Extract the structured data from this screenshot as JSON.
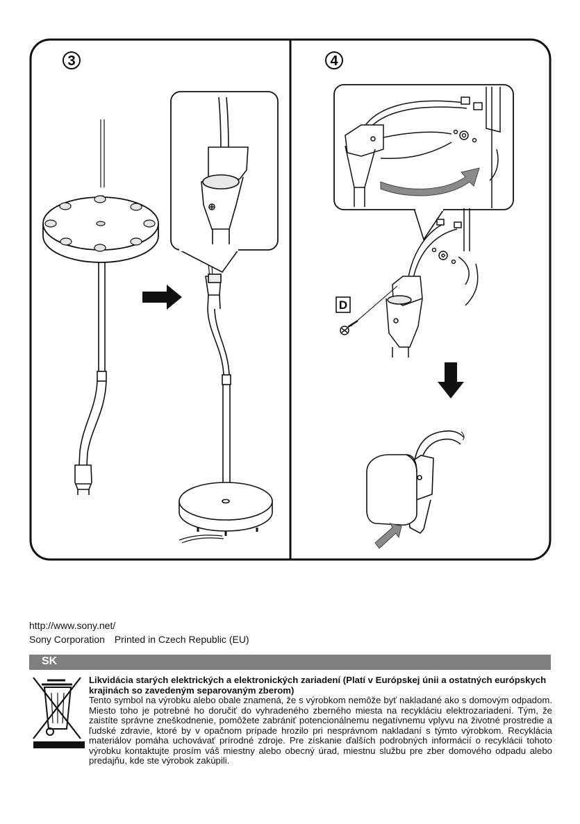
{
  "steps": [
    {
      "number": "3"
    },
    {
      "number": "4"
    }
  ],
  "part_label": "D",
  "icons": {
    "weee": "crossed-out-wheelie-bin-icon",
    "arrow_right": "arrow-right-icon",
    "arrow_down": "arrow-down-icon"
  },
  "footer": {
    "url": "http://www.sony.net/",
    "company": "Sony Corporation",
    "printed": "Printed in Czech Republic (EU)"
  },
  "section": {
    "language_code": "SK",
    "title": "Likvidácia starých elektrických a elektronických zariadení (Platí v Európskej únii a ostatných európskych krajinách so zavedeným separovaným zberom)",
    "body": "Tento symbol na výrobku alebo obale znamená, že s výrobkom nemôže byť nakladané ako s domovým odpadom. Miesto toho je potrebné ho doručiť do vyhradeného zberného miesta na recykláciu elektrozariadení. Tým, že zaistíte správne zneškodnenie, pomôžete zabrániť potencionálnemu negatívnemu vplyvu na životné prostredie a ľudské zdravie, ktoré by v opačnom prípade hrozilo pri nesprávnom nakladaní s týmto výrobkom. Recyklácia materiálov pomáha uchovávať prírodné zdroje. Pre získanie ďalších podrobných informácií o recyklácii tohoto výrobku kontaktujte prosím váš miestny alebo obecný úrad, miestnu službu pre zber domového odpadu alebo predajňu, kde ste výrobok zakúpili."
  },
  "colors": {
    "section_bar": "#7f7f7f",
    "line": "#111111",
    "arrow": "#111111",
    "shade": "#d9d9d9"
  }
}
